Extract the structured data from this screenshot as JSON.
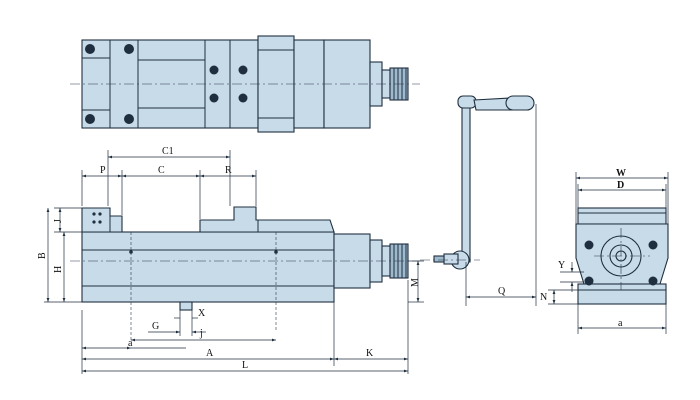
{
  "colors": {
    "body": "#c8dbe9",
    "body_dark": "#9fb9cd",
    "line": "#1f2f3f"
  },
  "labels": {
    "C1": "C1",
    "P": "P",
    "C": "C",
    "R": "R",
    "J": "J",
    "B": "B",
    "H": "H",
    "G": "G",
    "X": "X",
    "j": "j",
    "a_small": "a",
    "A": "A",
    "K": "K",
    "L": "L",
    "M": "M",
    "Q": "Q",
    "W": "W",
    "D": "D",
    "Y": "Y",
    "N": "N",
    "a_end": "a"
  }
}
